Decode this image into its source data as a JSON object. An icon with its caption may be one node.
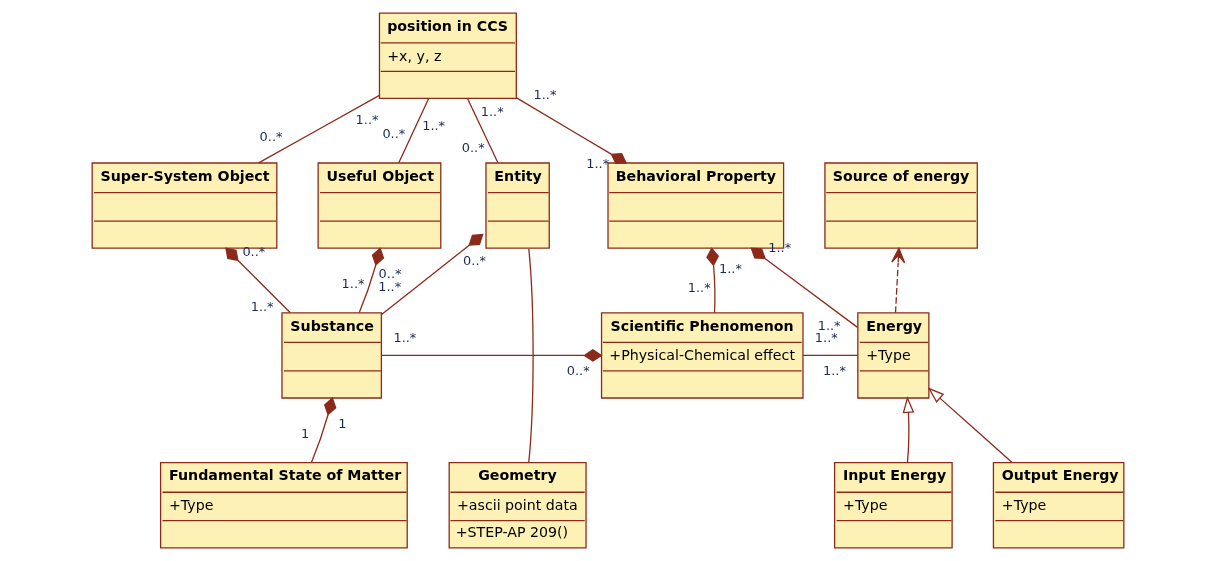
{
  "diagram": {
    "nodes": [
      {
        "text": [
          "position in CCS",
          "+x, y, z"
        ]
      },
      {
        "text": [
          "Super-System Object"
        ]
      },
      {
        "text": [
          "Useful Object"
        ]
      },
      {
        "text": [
          "Entity"
        ]
      },
      {
        "text": [
          "Behavioral Property"
        ]
      },
      {
        "text": [
          "Source of energy"
        ]
      },
      {
        "text": [
          "Substance"
        ]
      },
      {
        "text": [
          "Scientific Phenomenon",
          "+Physical-Chemical effect"
        ]
      },
      {
        "text": [
          "Energy",
          "+Type"
        ]
      },
      {
        "text": [
          "Fundamental State of Matter",
          "+Type"
        ]
      },
      {
        "text": [
          "Geometry",
          "+ascii point data",
          "+STEP-AP 209()"
        ]
      },
      {
        "text": [
          "Input Energy",
          "+Type"
        ]
      },
      {
        "text": [
          "Output Energy",
          "+Type"
        ]
      }
    ],
    "edges": [
      {
        "from": 0,
        "to": 1,
        "arrow": "none"
      },
      {
        "from": 0,
        "to": 2,
        "arrow": "none"
      },
      {
        "from": 0,
        "to": 3,
        "arrow": "none"
      },
      {
        "from": 0,
        "to": 4,
        "arrow": "other"
      },
      {
        "from": 6,
        "to": 1,
        "arrow": "other"
      },
      {
        "from": 6,
        "to": 2,
        "arrow": "other"
      },
      {
        "from": 6,
        "to": 3,
        "arrow": "other"
      },
      {
        "from": 6,
        "to": 7,
        "arrow": "other"
      },
      {
        "from": 7,
        "to": 4,
        "arrow": "other"
      },
      {
        "from": 8,
        "to": 4,
        "arrow": "other"
      },
      {
        "from": 8,
        "to": 5,
        "arrow": "to",
        "style": "dashed"
      },
      {
        "from": 7,
        "to": 8,
        "arrow": "none"
      },
      {
        "from": 9,
        "to": 6,
        "arrow": "other"
      },
      {
        "from": 3,
        "to": 10,
        "arrow": "none"
      },
      {
        "from": 11,
        "to": 8,
        "arrow": "to"
      },
      {
        "from": 12,
        "to": 8,
        "arrow": "to"
      }
    ],
    "labels": [
      "1..*",
      "1..*",
      "1..*",
      "1..*",
      "0..*",
      "0..*",
      "0..*",
      "1..*",
      "0..*",
      "0..*",
      "0..*",
      "1..*",
      "1..*",
      "1..*",
      "1..*",
      "1..*",
      "1..*",
      "1..*",
      "1..*",
      "1..*",
      "0..*",
      "1..*",
      "1",
      "1"
    ]
  }
}
